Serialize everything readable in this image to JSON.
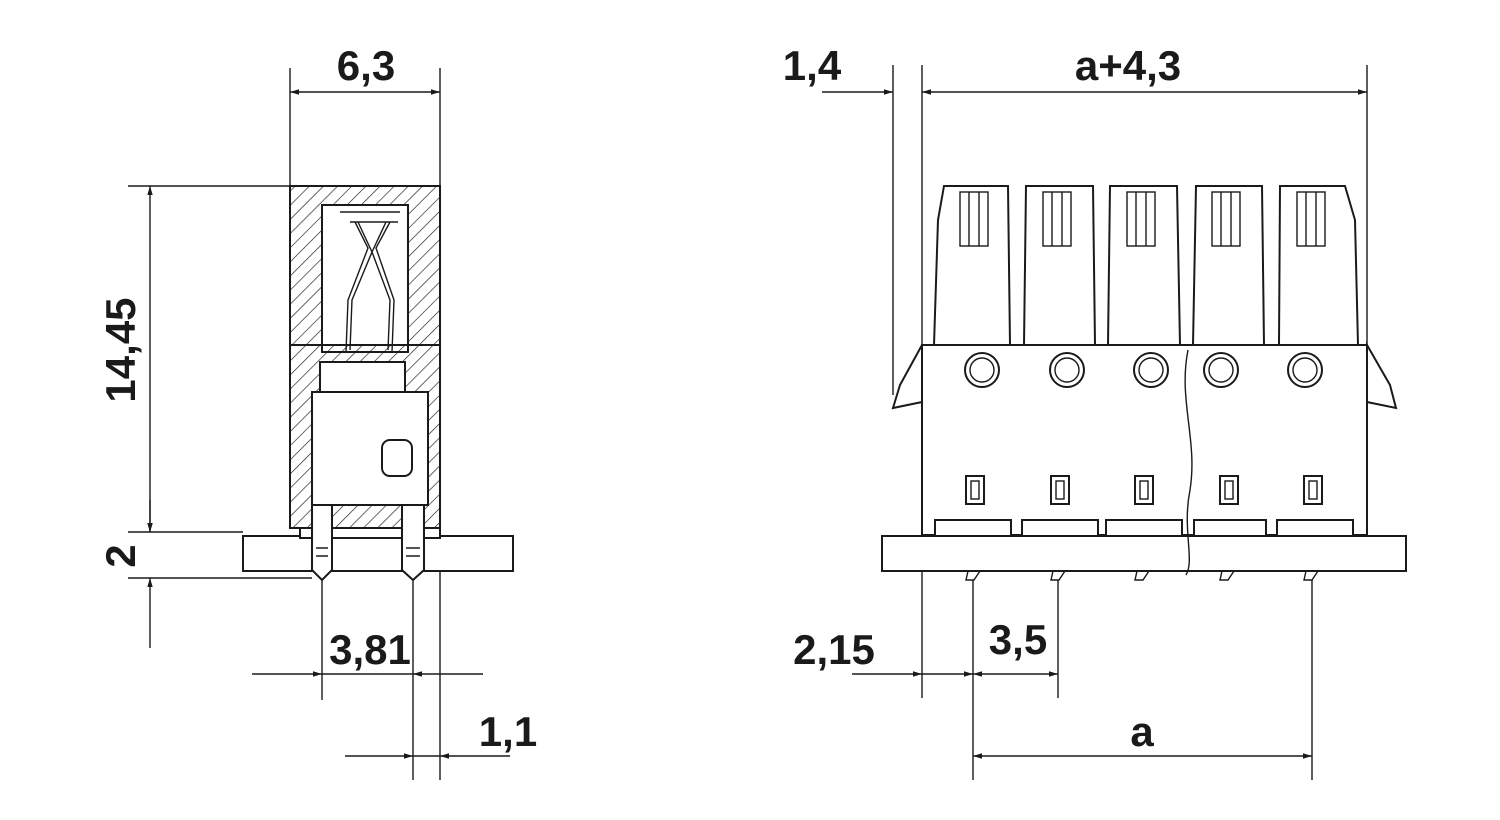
{
  "drawing": {
    "side_view": {
      "dim_width": "6,3",
      "dim_height": "14,45",
      "dim_base": "2",
      "dim_pin_pitch": "3,81",
      "dim_pin_offset": "1,1"
    },
    "front_view": {
      "dim_overhang": "1,4",
      "dim_total_width": "a+4,3",
      "dim_edge_offset": "2,15",
      "dim_pitch": "3,5",
      "dim_length": "a"
    },
    "line_color": "#1a1a1a"
  }
}
